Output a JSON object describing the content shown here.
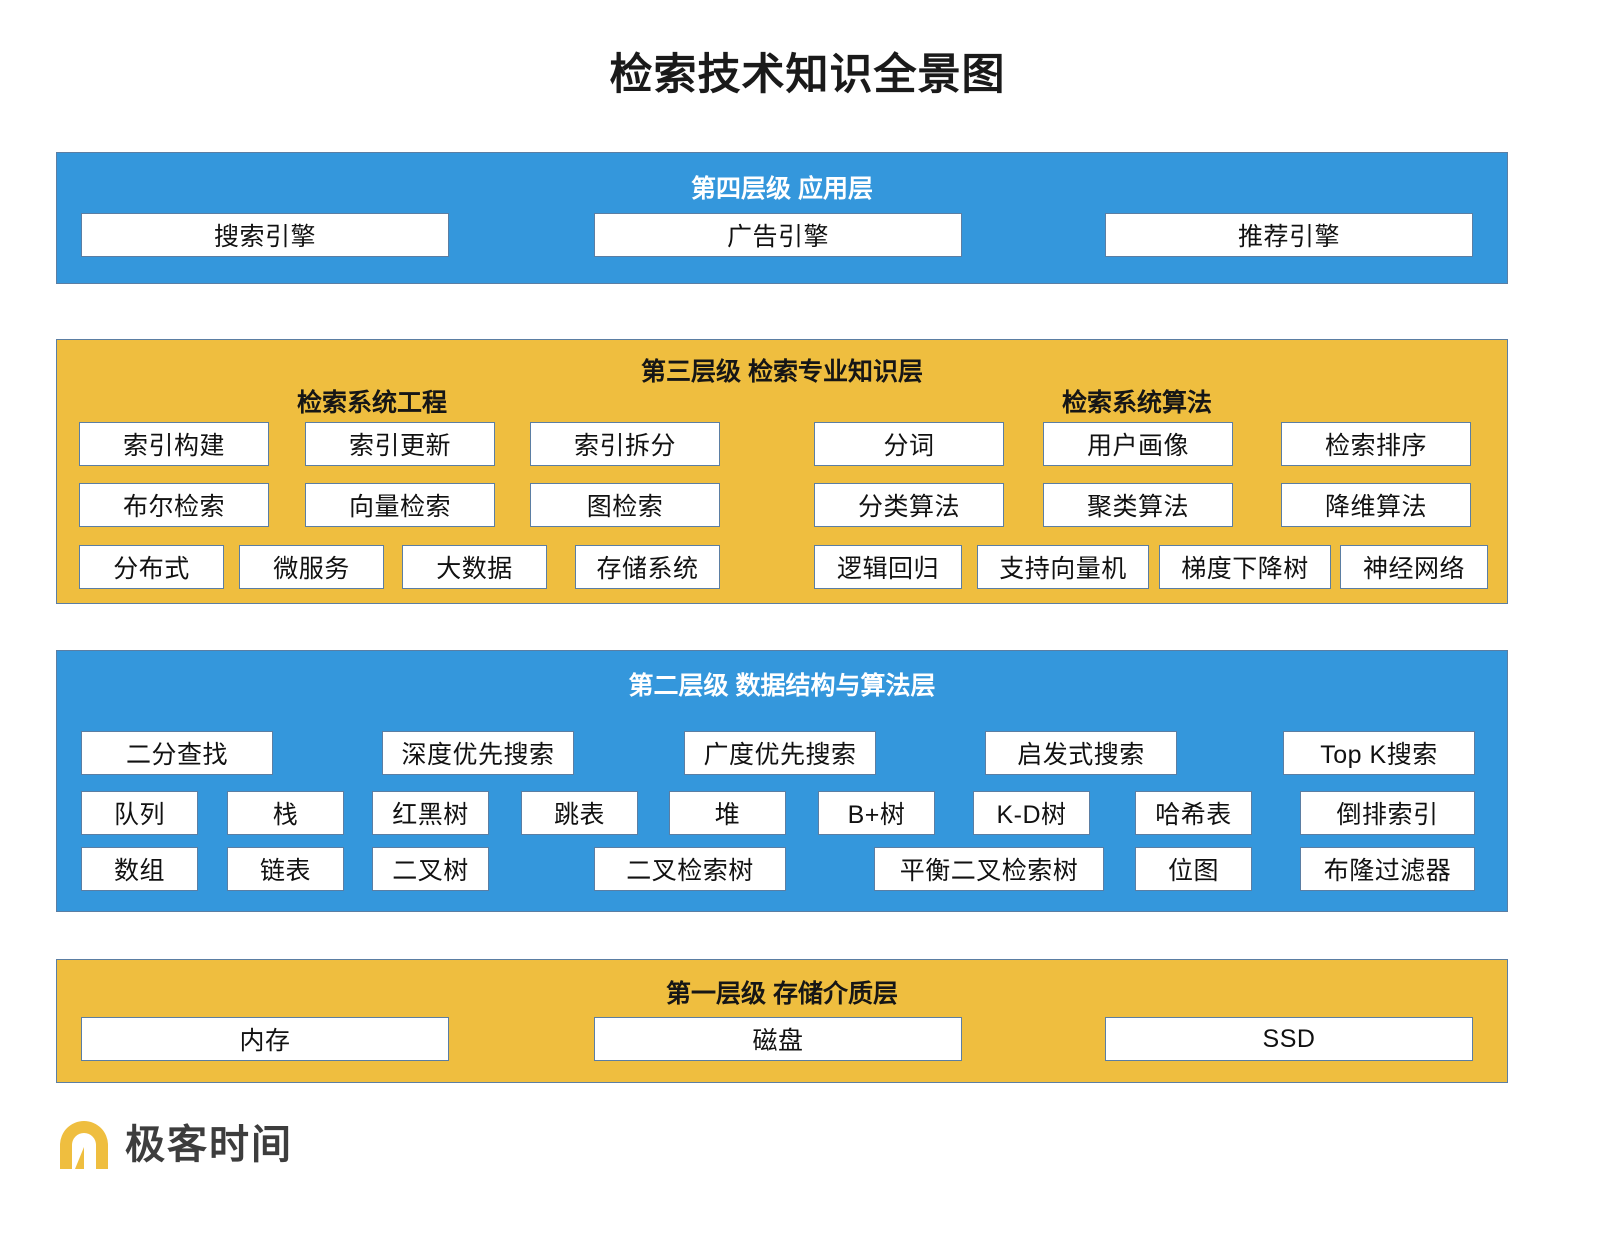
{
  "title": "检索技术知识全景图",
  "colors": {
    "blue": "#3497dc",
    "yellow": "#efbe3f",
    "border": "#5b7ea3",
    "chip_bg": "#ffffff",
    "title_text": "#1a1a1a",
    "logo_gold": "#efbe3f"
  },
  "layers": {
    "layer4": {
      "title": "第四层级 应用层",
      "items": [
        {
          "label": "搜索引擎"
        },
        {
          "label": "广告引擎"
        },
        {
          "label": "推荐引擎"
        }
      ]
    },
    "layer3": {
      "title": "第三层级 检索专业知识层",
      "groups": [
        {
          "title": "检索系统工程",
          "rows": [
            [
              {
                "label": "索引构建"
              },
              {
                "label": "索引更新"
              },
              {
                "label": "索引拆分"
              }
            ],
            [
              {
                "label": "布尔检索"
              },
              {
                "label": "向量检索"
              },
              {
                "label": "图检索"
              }
            ],
            [
              {
                "label": "分布式"
              },
              {
                "label": "微服务"
              },
              {
                "label": "大数据"
              },
              {
                "label": "存储系统"
              }
            ]
          ]
        },
        {
          "title": "检索系统算法",
          "rows": [
            [
              {
                "label": "分词"
              },
              {
                "label": "用户画像"
              },
              {
                "label": "检索排序"
              }
            ],
            [
              {
                "label": "分类算法"
              },
              {
                "label": "聚类算法"
              },
              {
                "label": "降维算法"
              }
            ],
            [
              {
                "label": "逻辑回归"
              },
              {
                "label": "支持向量机"
              },
              {
                "label": "梯度下降树"
              },
              {
                "label": "神经网络"
              }
            ]
          ]
        }
      ]
    },
    "layer2": {
      "title": "第二层级 数据结构与算法层",
      "rows": [
        [
          {
            "label": "二分查找"
          },
          {
            "label": "深度优先搜索"
          },
          {
            "label": "广度优先搜索"
          },
          {
            "label": "启发式搜索"
          },
          {
            "label": "Top K搜索"
          }
        ],
        [
          {
            "label": "队列"
          },
          {
            "label": "栈"
          },
          {
            "label": "红黑树"
          },
          {
            "label": "跳表"
          },
          {
            "label": "堆"
          },
          {
            "label": "B+树"
          },
          {
            "label": "K-D树"
          },
          {
            "label": "哈希表"
          },
          {
            "label": "倒排索引"
          }
        ],
        [
          {
            "label": "数组"
          },
          {
            "label": "链表"
          },
          {
            "label": "二叉树"
          },
          {
            "label": "二叉检索树"
          },
          {
            "label": "平衡二叉检索树"
          },
          {
            "label": "位图"
          },
          {
            "label": "布隆过滤器"
          }
        ]
      ]
    },
    "layer1": {
      "title": "第一层级 存储介质层",
      "items": [
        {
          "label": "内存"
        },
        {
          "label": "磁盘"
        },
        {
          "label": "SSD"
        }
      ]
    }
  },
  "logo": {
    "text": "极客时间",
    "mark": "geek-time-logo-icon"
  }
}
